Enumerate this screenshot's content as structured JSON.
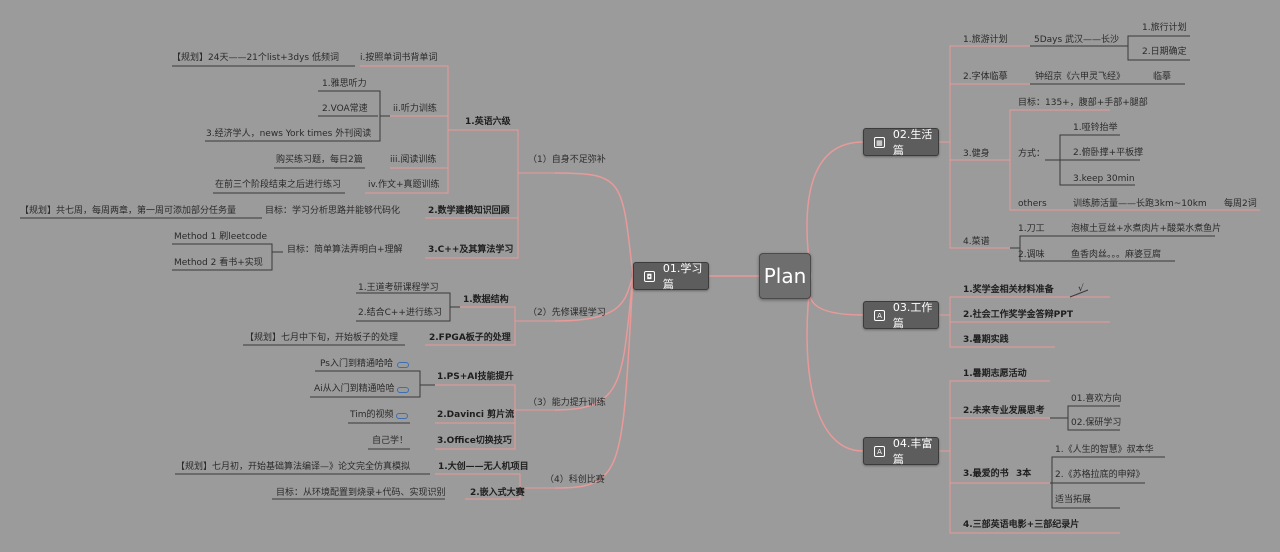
{
  "root": "Plan",
  "main": {
    "study": "01.学习篇",
    "life": "02.生活篇",
    "work": "03.工作篇",
    "rich": "04.丰富篇"
  },
  "study": {
    "s1": "（1）自身不足弥补",
    "s2": "（2）先修课程学习",
    "s3": "（3）能力提升训练",
    "s4": "（4）科创比赛",
    "english": "1.英语六级",
    "eng_vocab": "i.按照单词书背单词",
    "eng_vocab_note": "【规划】24天——21个list+3dys 低频词",
    "eng_listen": "ii.听力训练",
    "listen_1": "1.雅思听力",
    "listen_2": "2.VOA常速",
    "listen_3": "3.经济学人，news York times 外刊阅读",
    "eng_read": "iii.阅读训练",
    "read_note": "购买练习题，每日2篇",
    "eng_write": "iv.作文+真题训练",
    "write_note": "在前三个阶段结束之后进行练习",
    "math": "2.数学建模知识回顾",
    "math_goal": "目标：学习分析思路并能够代码化",
    "math_plan": "【规划】共七周，每周两章，第一周可添加部分任务量",
    "cpp": "3.C++及其算法学习",
    "cpp_goal": "目标：简单算法弄明白+理解",
    "cpp_m1": "Method 1 刷leetcode",
    "cpp_m2": "Method 2 看书+实现",
    "ds": "1.数据结构",
    "ds_1": "1.王道考研课程学习",
    "ds_2": "2.结合C++进行练习",
    "fpga": "2.FPGA板子的处理",
    "fpga_plan": "【规划】七月中下旬，开始板子的处理",
    "psai": "1.PS+AI技能提升",
    "ps": "Ps入门到精通哈哈",
    "ai": "Ai从入门到精通哈哈",
    "davinci": "2.Davinci 剪片流",
    "tim": "Tim的视频",
    "office": "3.Office切换技巧",
    "office_note": "自己学！",
    "uav": "1.大创——无人机项目",
    "uav_plan": "【规划】七月初，开始基础算法编译—》论文完全仿真模拟",
    "embed": "2.嵌入式大赛",
    "embed_goal": "目标：从环境配置到烧录+代码、实现识别"
  },
  "life": {
    "travel": "1.旅游计划",
    "travel_dest": "5Days 武汉——长沙",
    "travel_1": "1.旅行计划",
    "travel_2": "2.日期确定",
    "callig": "2.字体临摹",
    "callig_book": "钟绍京《六甲灵飞经》",
    "callig_act": "临摹",
    "fitness": "3.健身",
    "fit_goal": "目标：135+，腹部+手部+腿部",
    "fit_method": "方式：",
    "fit_1": "1.哑铃抬举",
    "fit_2": "2.俯卧撑+平板撑",
    "fit_3": "3.keep 30min",
    "fit_others": "others",
    "fit_others_note": "训练肺活量——长跑3km~10km",
    "fit_freq": "每周2词",
    "cook": "4.菜谱",
    "cook_1": "1.刀工",
    "cook_1_note": "泡椒土豆丝+水煮肉片+酸菜水煮鱼片",
    "cook_2": "2.调味",
    "cook_2_note": "鱼香肉丝。。。麻婆豆腐"
  },
  "work": {
    "w1": "1.奖学金相关材料准备",
    "w1_mark": "√",
    "w2": "2.社会工作奖学金答辩PPT",
    "w3": "3.暑期实践"
  },
  "rich": {
    "r1": "1.暑期志愿活动",
    "r2": "2.未来专业发展思考",
    "r2_1": "01.喜欢方向",
    "r2_2": "02.保研学习",
    "r3": "3.最爱的书",
    "r3_count": "3本",
    "r3_1": "1.《人生的智慧》叔本华",
    "r3_2": "2.《苏格拉底的申辩》",
    "r3_3": "适当拓展",
    "r4": "4.三部英语电影+三部纪录片"
  }
}
